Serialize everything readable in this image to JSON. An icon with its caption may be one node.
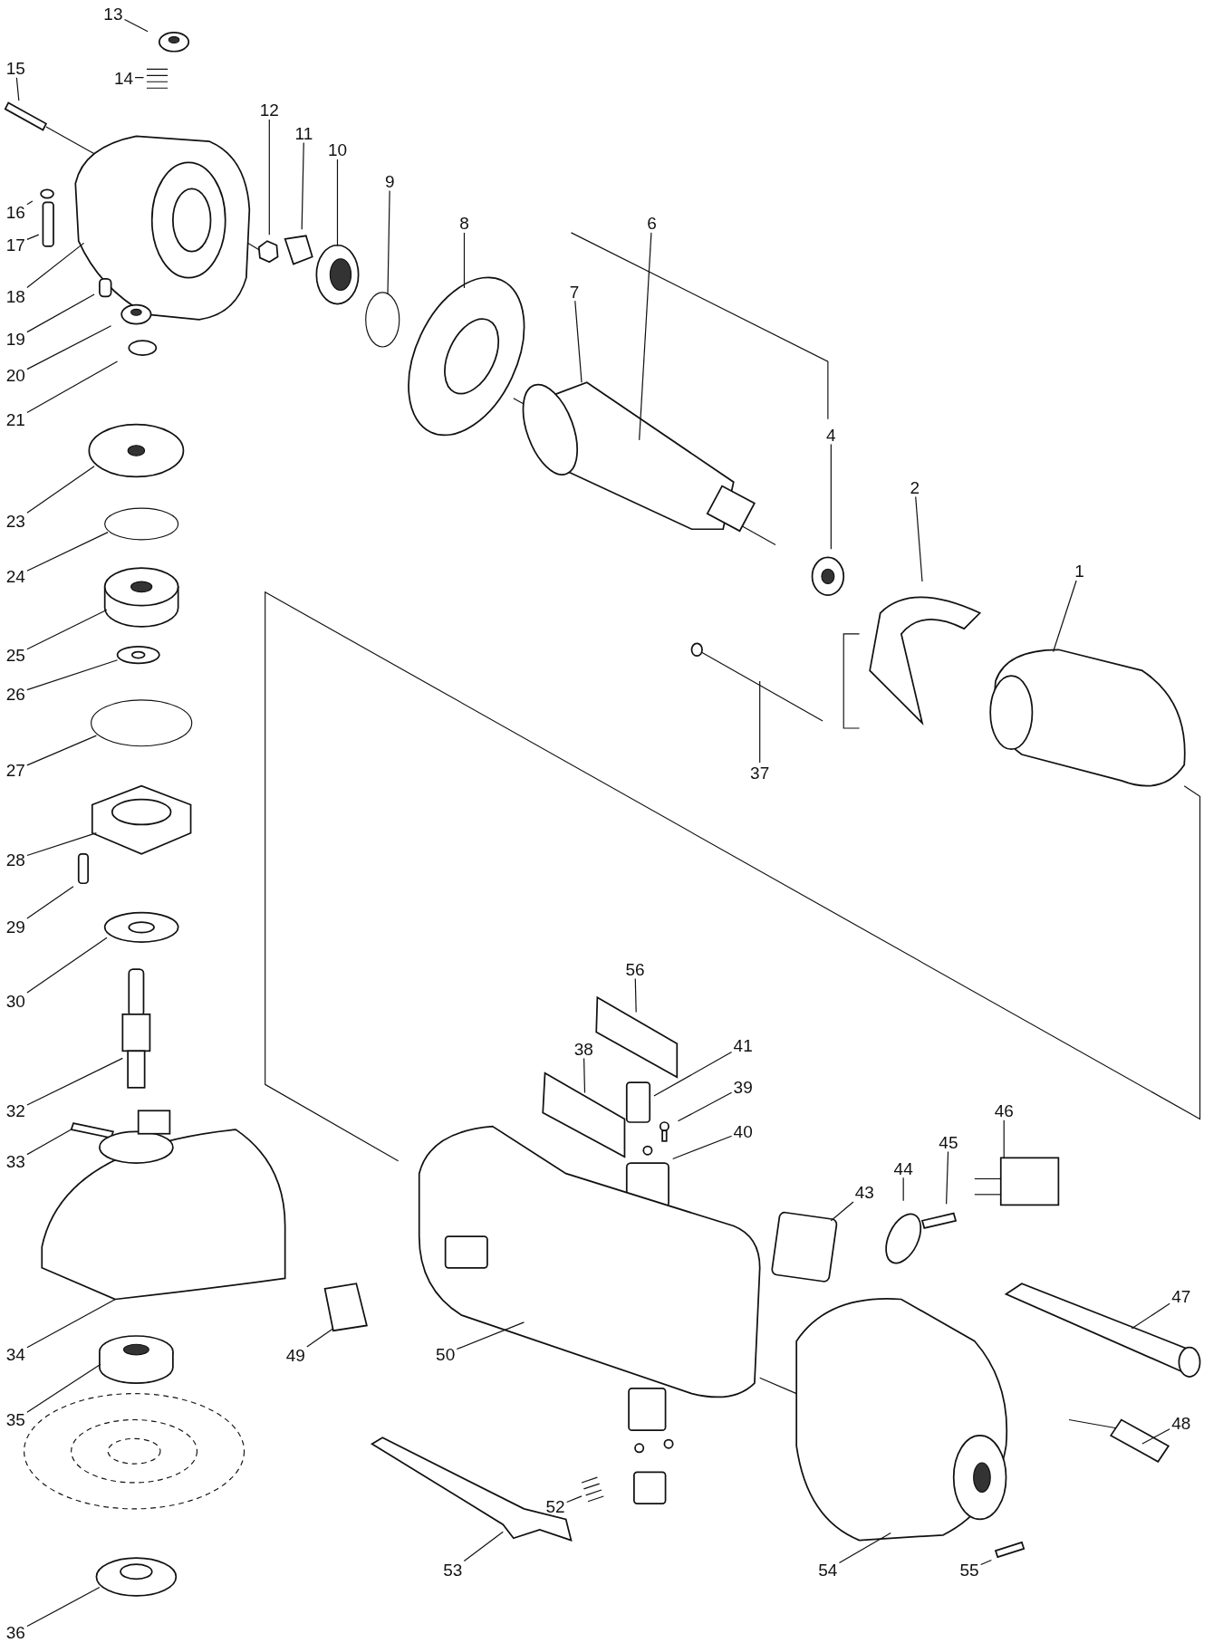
{
  "diagram": {
    "nodes": [
      {
        "text": [
          "1"
        ]
      },
      {
        "text": [
          "2"
        ]
      },
      {
        "text": [
          "4"
        ]
      },
      {
        "text": [
          "6"
        ]
      },
      {
        "text": [
          "7"
        ]
      },
      {
        "text": [
          "8"
        ]
      },
      {
        "text": [
          "9"
        ]
      },
      {
        "text": [
          "10"
        ]
      },
      {
        "text": [
          "11"
        ]
      },
      {
        "text": [
          "12"
        ]
      },
      {
        "text": [
          "13"
        ]
      },
      {
        "text": [
          "14"
        ]
      },
      {
        "text": [
          "15"
        ]
      },
      {
        "text": [
          "16"
        ]
      },
      {
        "text": [
          "17"
        ]
      },
      {
        "text": [
          "18"
        ]
      },
      {
        "text": [
          "19"
        ]
      },
      {
        "text": [
          "20"
        ]
      },
      {
        "text": [
          "21"
        ]
      },
      {
        "text": [
          "23"
        ]
      },
      {
        "text": [
          "24"
        ]
      },
      {
        "text": [
          "25"
        ]
      },
      {
        "text": [
          "26"
        ]
      },
      {
        "text": [
          "27"
        ]
      },
      {
        "text": [
          "28"
        ]
      },
      {
        "text": [
          "29"
        ]
      },
      {
        "text": [
          "30"
        ]
      },
      {
        "text": [
          "32"
        ]
      },
      {
        "text": [
          "33"
        ]
      },
      {
        "text": [
          "34"
        ]
      },
      {
        "text": [
          "35"
        ]
      },
      {
        "text": [
          "36"
        ]
      },
      {
        "text": [
          "37"
        ]
      },
      {
        "text": [
          "38"
        ]
      },
      {
        "text": [
          "39"
        ]
      },
      {
        "text": [
          "40"
        ]
      },
      {
        "text": [
          "41"
        ]
      },
      {
        "text": [
          "43"
        ]
      },
      {
        "text": [
          "44"
        ]
      },
      {
        "text": [
          "45"
        ]
      },
      {
        "text": [
          "46"
        ]
      },
      {
        "text": [
          "47"
        ]
      },
      {
        "text": [
          "48"
        ]
      },
      {
        "text": [
          "49"
        ]
      },
      {
        "text": [
          "50"
        ]
      },
      {
        "text": [
          "52"
        ]
      },
      {
        "text": [
          "53"
        ]
      },
      {
        "text": [
          "54"
        ]
      },
      {
        "text": [
          "55"
        ]
      },
      {
        "text": [
          "56"
        ]
      }
    ],
    "edges": [
      {
        "from": 0,
        "to": null,
        "arrow": "none"
      },
      {
        "from": 1,
        "to": null,
        "arrow": "none"
      },
      {
        "from": 2,
        "to": null,
        "arrow": "none"
      },
      {
        "from": 3,
        "to": null,
        "arrow": "none"
      },
      {
        "from": 4,
        "to": null,
        "arrow": "none"
      },
      {
        "from": 5,
        "to": null,
        "arrow": "none"
      },
      {
        "from": 6,
        "to": null,
        "arrow": "none"
      },
      {
        "from": 7,
        "to": null,
        "arrow": "none"
      },
      {
        "from": 8,
        "to": null,
        "arrow": "none"
      },
      {
        "from": 9,
        "to": null,
        "arrow": "none"
      },
      {
        "from": 10,
        "to": null,
        "arrow": "none"
      },
      {
        "from": 11,
        "to": null,
        "arrow": "none"
      },
      {
        "from": 12,
        "to": null,
        "arrow": "none"
      },
      {
        "from": 13,
        "to": null,
        "arrow": "none"
      },
      {
        "from": 14,
        "to": null,
        "arrow": "none"
      },
      {
        "from": 15,
        "to": null,
        "arrow": "none"
      },
      {
        "from": 16,
        "to": null,
        "arrow": "none"
      },
      {
        "from": 17,
        "to": null,
        "arrow": "none"
      },
      {
        "from": 18,
        "to": null,
        "arrow": "none"
      },
      {
        "from": 19,
        "to": null,
        "arrow": "none"
      },
      {
        "from": 20,
        "to": null,
        "arrow": "none"
      },
      {
        "from": 21,
        "to": null,
        "arrow": "none"
      },
      {
        "from": 22,
        "to": null,
        "arrow": "none"
      },
      {
        "from": 23,
        "to": null,
        "arrow": "none"
      },
      {
        "from": 24,
        "to": null,
        "arrow": "none"
      },
      {
        "from": 25,
        "to": null,
        "arrow": "none"
      },
      {
        "from": 26,
        "to": null,
        "arrow": "none"
      },
      {
        "from": 27,
        "to": null,
        "arrow": "none"
      },
      {
        "from": 28,
        "to": null,
        "arrow": "none"
      },
      {
        "from": 29,
        "to": null,
        "arrow": "none"
      },
      {
        "from": 30,
        "to": null,
        "arrow": "none"
      },
      {
        "from": 31,
        "to": null,
        "arrow": "none"
      },
      {
        "from": 32,
        "to": null,
        "arrow": "none"
      },
      {
        "from": 33,
        "to": null,
        "arrow": "none"
      },
      {
        "from": 34,
        "to": null,
        "arrow": "none"
      },
      {
        "from": 35,
        "to": null,
        "arrow": "none"
      },
      {
        "from": 36,
        "to": null,
        "arrow": "none"
      },
      {
        "from": 37,
        "to": null,
        "arrow": "none"
      },
      {
        "from": 38,
        "to": null,
        "arrow": "none"
      },
      {
        "from": 39,
        "to": null,
        "arrow": "none"
      },
      {
        "from": 40,
        "to": null,
        "arrow": "none"
      },
      {
        "from": 41,
        "to": null,
        "arrow": "none"
      },
      {
        "from": 42,
        "to": null,
        "arrow": "none"
      },
      {
        "from": 43,
        "to": null,
        "arrow": "none"
      },
      {
        "from": 44,
        "to": null,
        "arrow": "none"
      },
      {
        "from": 45,
        "to": null,
        "arrow": "none"
      },
      {
        "from": 46,
        "to": null,
        "arrow": "none"
      },
      {
        "from": 47,
        "to": null,
        "arrow": "none"
      },
      {
        "from": 48,
        "to": null,
        "arrow": "none"
      },
      {
        "from": 49,
        "to": null,
        "arrow": "none"
      }
    ]
  }
}
